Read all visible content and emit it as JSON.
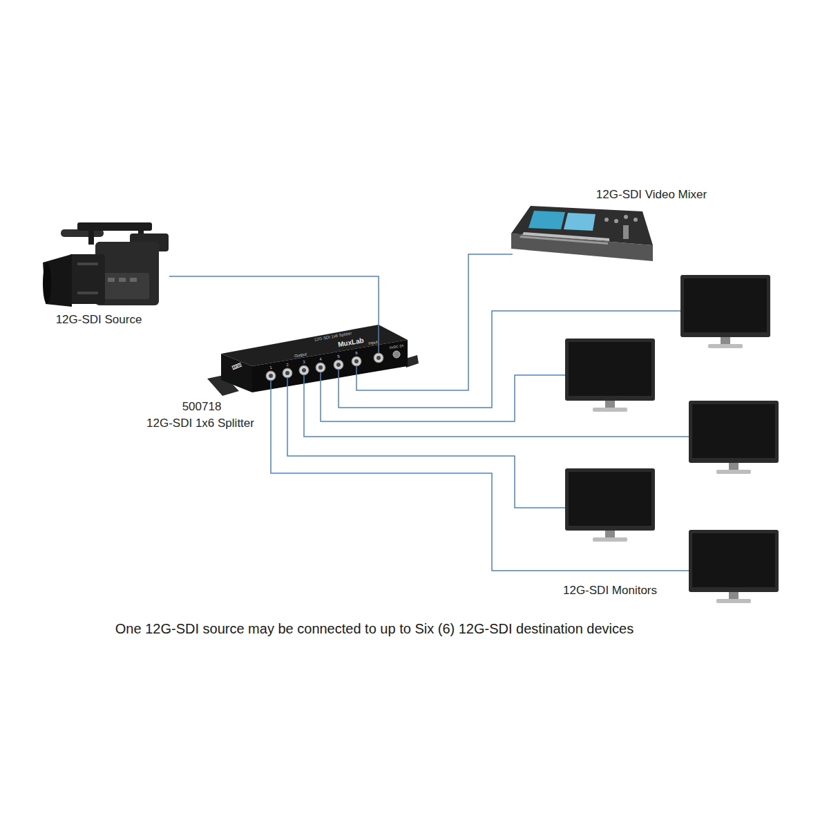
{
  "diagram": {
    "caption": "One 12G-SDI source may be connected to up to Six (6) 12G-SDI destination devices",
    "nodes": [
      {
        "text": [
          "12G-SDI Source"
        ]
      },
      {
        "text": [
          "500718",
          "12G-SDI 1x6 Splitter"
        ]
      },
      {
        "text": [
          "12G-SDI Video Mixer"
        ]
      },
      {
        "text": []
      },
      {
        "text": []
      },
      {
        "text": []
      },
      {
        "text": []
      },
      {
        "text": []
      }
    ],
    "edges": [
      {
        "from": 0,
        "to": 1,
        "arrow": "none"
      },
      {
        "from": 1,
        "to": 2,
        "arrow": "none"
      },
      {
        "from": 1,
        "to": 3,
        "arrow": "none"
      },
      {
        "from": 1,
        "to": 4,
        "arrow": "none"
      },
      {
        "from": 1,
        "to": 5,
        "arrow": "none"
      },
      {
        "from": 1,
        "to": 6,
        "arrow": "none"
      },
      {
        "from": 1,
        "to": 7,
        "arrow": "none"
      }
    ],
    "labels": [
      "12G-SDI Monitors",
      "4K60",
      "MuxLab",
      "12G-SDI 1x6 Splitter",
      "Output",
      "Input",
      "5VDC 2A",
      "1",
      "2",
      "3",
      "4",
      "5",
      "6"
    ]
  }
}
